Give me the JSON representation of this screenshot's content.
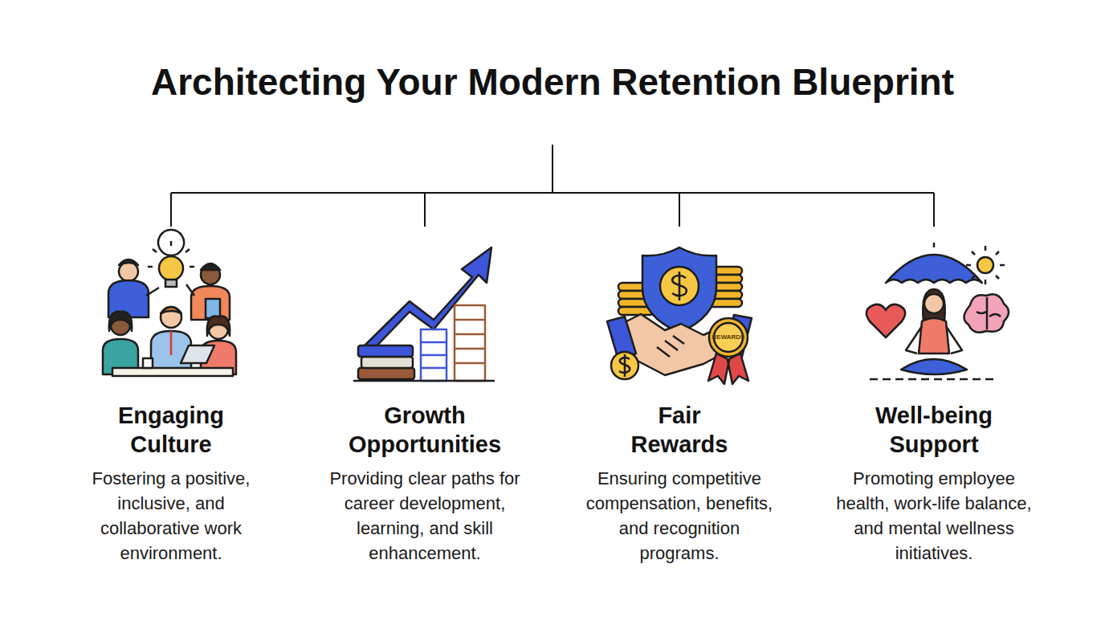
{
  "diagram": {
    "title": "Architecting Your Modern Retention Blueprint",
    "nodes": [
      {
        "text": [
          "Engaging Culture",
          "Fostering a positive, inclusive, and collaborative work environment."
        ]
      },
      {
        "text": [
          "Growth Opportunities",
          "Providing clear paths for career development, learning, and skill enhancement."
        ]
      },
      {
        "text": [
          "Fair Rewards",
          "Ensuring competitive compensation, benefits, and recognition programs."
        ]
      },
      {
        "text": [
          "Well-being Support",
          "Promoting employee health, work-life balance, and mental wellness initiatives."
        ]
      }
    ],
    "labels": [
      "REWARDS"
    ]
  }
}
